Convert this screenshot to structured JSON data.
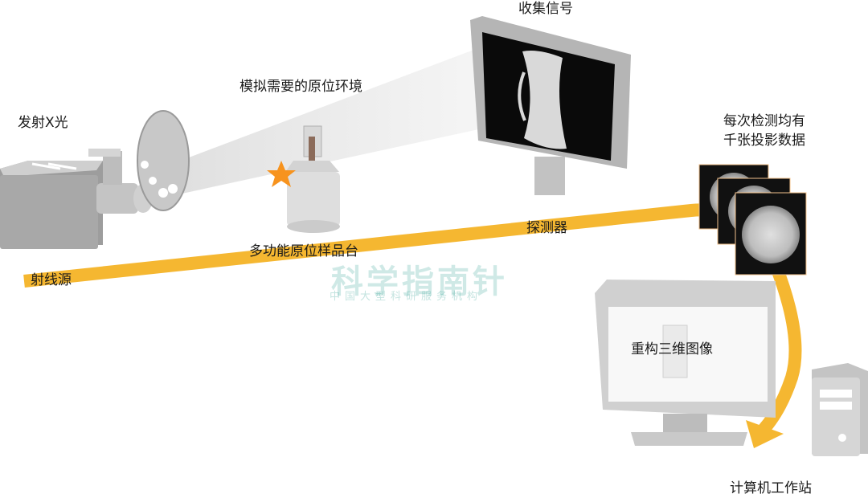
{
  "labels": {
    "xray_emit": "发射X光",
    "ray_source": "射线源",
    "env": "模拟需要的原位环境",
    "stage": "多功能原位样品台",
    "collect": "收集信号",
    "detector": "探测器",
    "projection_line1": "每次检测均有",
    "projection_line2": "千张投影数据",
    "reconstruct": "重构三维图像",
    "workstation": "计算机工作站"
  },
  "watermark": {
    "title": "科学指南针",
    "subtitle": "中国大型科研服务机构"
  },
  "colors": {
    "beam": "#f5b731",
    "device": "#b9b9b9",
    "device_dark": "#8e8e8e",
    "watermark": "#2a9d8f",
    "star": "#f7931e"
  }
}
